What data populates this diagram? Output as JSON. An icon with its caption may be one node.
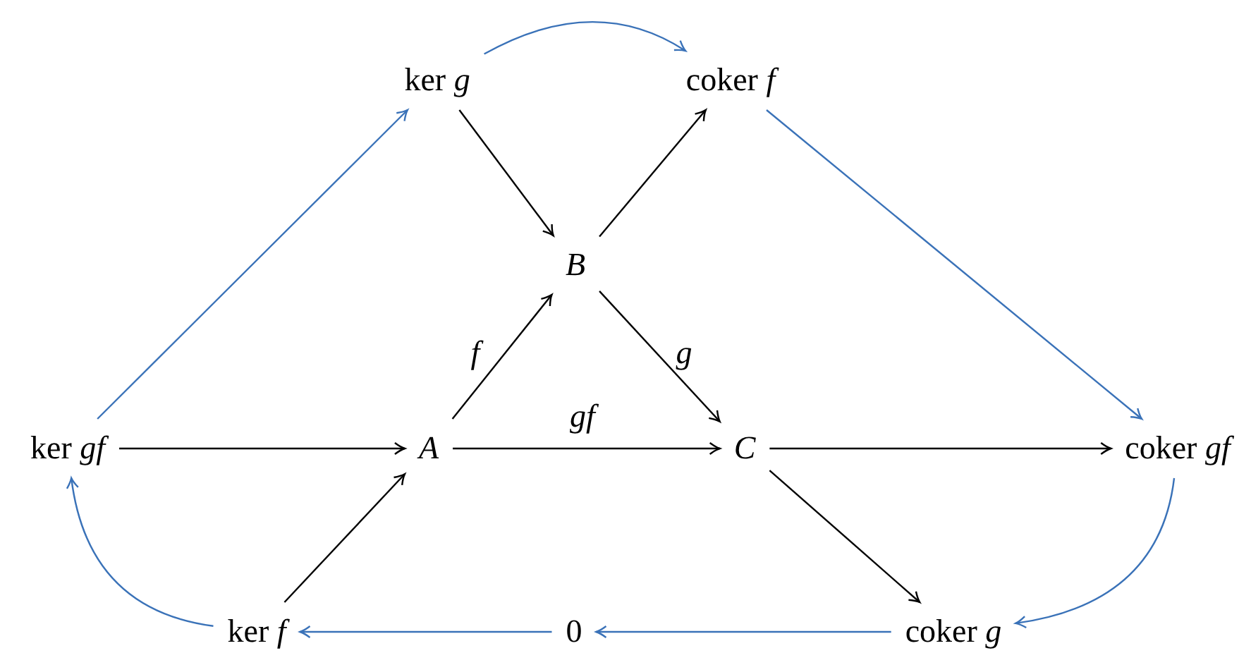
{
  "diagram": {
    "nodes": [
      {
        "text": [
          "ker *g*"
        ]
      },
      {
        "text": [
          "coker *f*"
        ]
      },
      {
        "text": [
          "B"
        ]
      },
      {
        "text": [
          "ker *gf*"
        ]
      },
      {
        "text": [
          "A"
        ]
      },
      {
        "text": [
          "C"
        ]
      },
      {
        "text": [
          "coker *gf*"
        ]
      },
      {
        "text": [
          "ker *f*"
        ]
      },
      {
        "text": [
          "0"
        ]
      },
      {
        "text": [
          "coker *g*"
        ]
      }
    ],
    "edges": [
      {
        "from": 0,
        "to": 2,
        "arrow": "to"
      },
      {
        "from": 2,
        "to": 1,
        "arrow": "to"
      },
      {
        "from": 0,
        "to": 1,
        "arrow": "to",
        "color": "#3a72b8"
      },
      {
        "from": 1,
        "to": 6,
        "arrow": "to",
        "color": "#3a72b8"
      },
      {
        "from": 3,
        "to": 0,
        "arrow": "to",
        "color": "#3a72b8"
      },
      {
        "from": 3,
        "to": 4,
        "arrow": "to"
      },
      {
        "from": 4,
        "to": 2,
        "arrow": "to",
        "label": "f"
      },
      {
        "from": 2,
        "to": 5,
        "arrow": "to",
        "label": "g"
      },
      {
        "from": 4,
        "to": 5,
        "arrow": "to",
        "label": "gf"
      },
      {
        "from": 5,
        "to": 6,
        "arrow": "to"
      },
      {
        "from": 5,
        "to": 9,
        "arrow": "to"
      },
      {
        "from": 7,
        "to": 4,
        "arrow": "to"
      },
      {
        "from": 7,
        "to": 3,
        "arrow": "to",
        "color": "#3a72b8"
      },
      {
        "from": 8,
        "to": 7,
        "arrow": "to",
        "color": "#3a72b8"
      },
      {
        "from": 9,
        "to": 8,
        "arrow": "to",
        "color": "#3a72b8"
      },
      {
        "from": 6,
        "to": 9,
        "arrow": "to",
        "color": "#3a72b8"
      }
    ]
  }
}
